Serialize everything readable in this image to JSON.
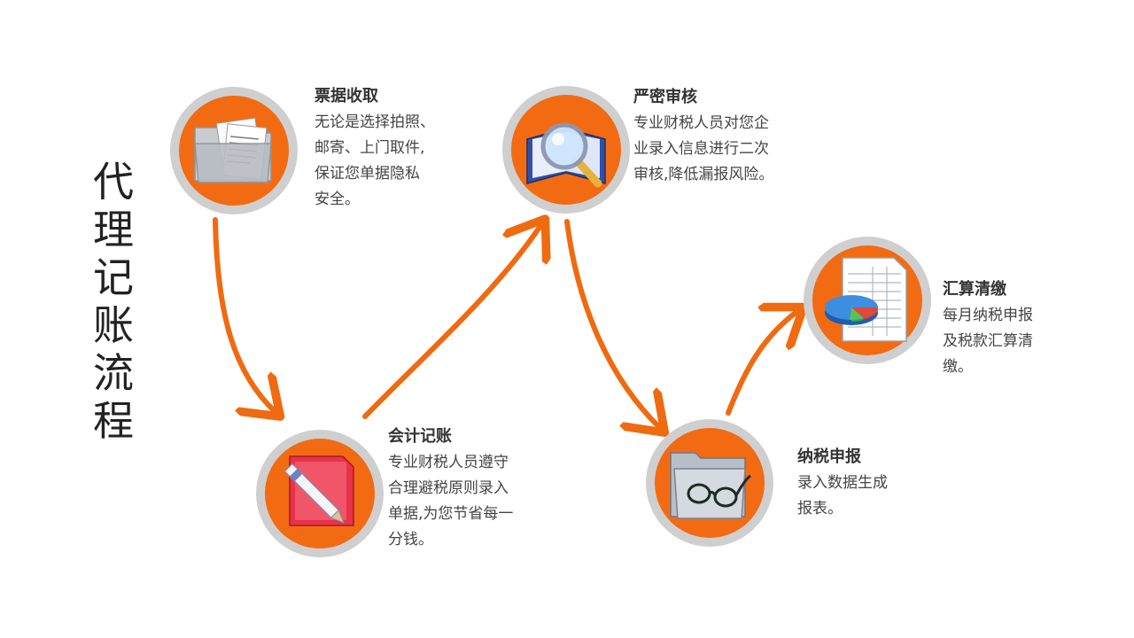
{
  "title_chars": [
    "代",
    "理",
    "记",
    "账",
    "流",
    "程"
  ],
  "steps": [
    {
      "title": "票据收取",
      "body": "无论是选择拍照、\n邮寄、上门取件,\n保证您单据隐私\n安全。",
      "icon": "folder-documents-icon"
    },
    {
      "title": "会计记账",
      "body": "专业财税人员遵守\n合理避税原则录入\n单据,为您节省每一\n分钱。",
      "icon": "pen-document-icon"
    },
    {
      "title": "严密审核",
      "body": "专业财税人员对您企\n业录入信息进行二次\n审核,降低漏报风险。",
      "icon": "magnifier-book-icon"
    },
    {
      "title": "纳税申报",
      "body": "录入数据生成\n报表。",
      "icon": "folder-glasses-icon"
    },
    {
      "title": "汇算清缴",
      "body": "每月纳税申报\n及税款汇算清\n缴。",
      "icon": "pie-chart-document-icon"
    }
  ],
  "colors": {
    "accent": "#f26b13",
    "ring": "#cfcfcf",
    "arrow": "#f06a10"
  }
}
